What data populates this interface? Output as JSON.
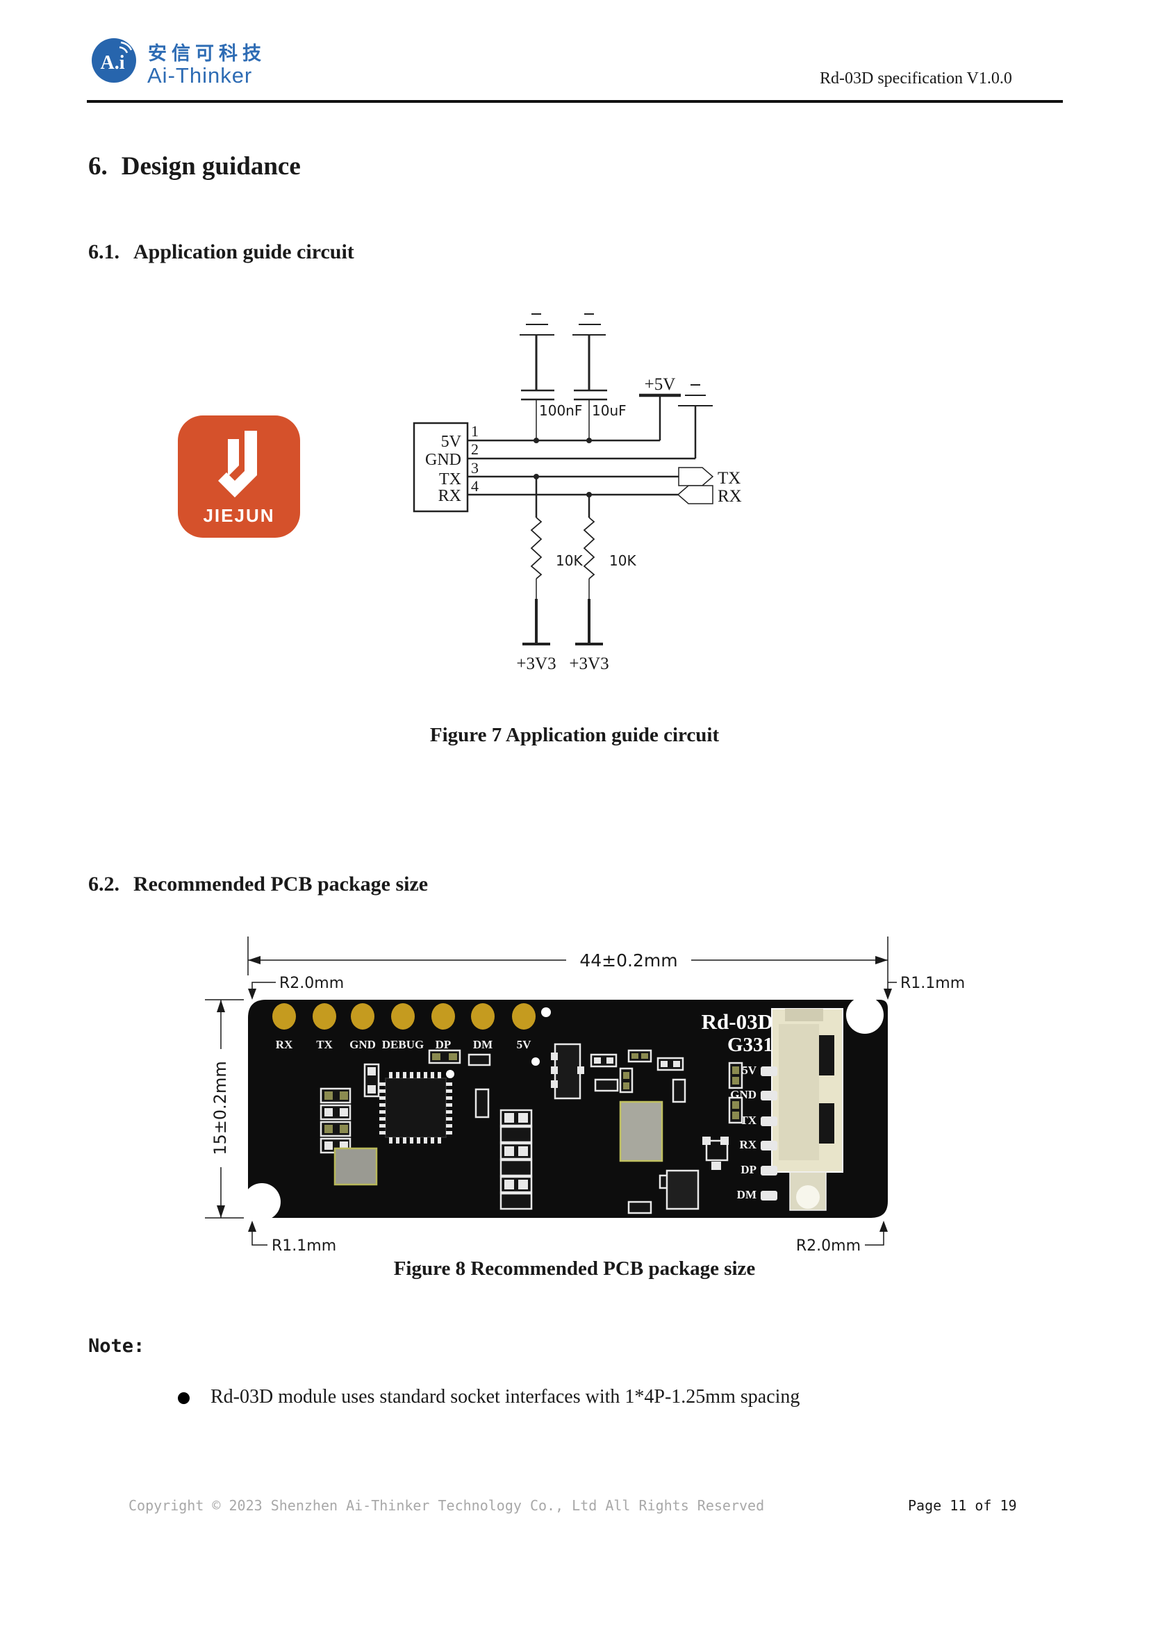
{
  "header": {
    "badge": "A.i",
    "brand_cn": "安信可科技",
    "brand_en": "Ai-Thinker",
    "doc_title": "Rd-03D specification  V1.0.0"
  },
  "sections": {
    "h1": {
      "num": "6.",
      "text": "Design guidance"
    },
    "h21": {
      "num": "6.1.",
      "text": "Application guide circuit"
    },
    "h22": {
      "num": "6.2.",
      "text": "Recommended PCB package size"
    }
  },
  "figure7": {
    "caption": "Figure 7 Application guide circuit",
    "vendor_logo_text": "JIEJUN",
    "cap1": "100nF",
    "cap2": "10uF",
    "supply": "+5V",
    "module_pins": [
      "5V",
      "GND",
      "TX",
      "RX"
    ],
    "pin_numbers": [
      "1",
      "2",
      "3",
      "4"
    ],
    "flag_tx": "TX",
    "flag_rx": "RX",
    "res1": "10K",
    "res2": "10K",
    "rail1": "+3V3",
    "rail2": "+3V3"
  },
  "figure8": {
    "caption": "Figure 8 Recommended PCB package size",
    "dim_width": "44±0.2mm",
    "dim_height": "15±0.2mm",
    "radius_top_left": "R2.0mm",
    "radius_top_right": "R1.1mm",
    "radius_bottom_left": "R1.1mm",
    "radius_bottom_right": "R2.0mm",
    "top_pads": [
      "RX",
      "TX",
      "GND",
      "DEBUG",
      "DP",
      "DM",
      "5V"
    ],
    "silkscreen_line1": "Rd-03D",
    "silkscreen_line2": "G331",
    "right_pins": [
      "5V",
      "GND",
      "TX",
      "RX",
      "DP",
      "DM"
    ]
  },
  "note": {
    "label": "Note:",
    "bullet": "Rd-03D module uses standard socket interfaces with 1*4P-1.25mm spacing"
  },
  "footer": {
    "copyright": "Copyright © 2023  Shenzhen Ai-Thinker Technology Co., Ltd All Rights Reserved",
    "page": "Page 11 of 19"
  },
  "colors": {
    "brand_blue": "#2e6cb4",
    "vendor_orange": "#d5512b",
    "pcb_black": "#0d0d0d",
    "pad_gold": "#c59b1f"
  }
}
